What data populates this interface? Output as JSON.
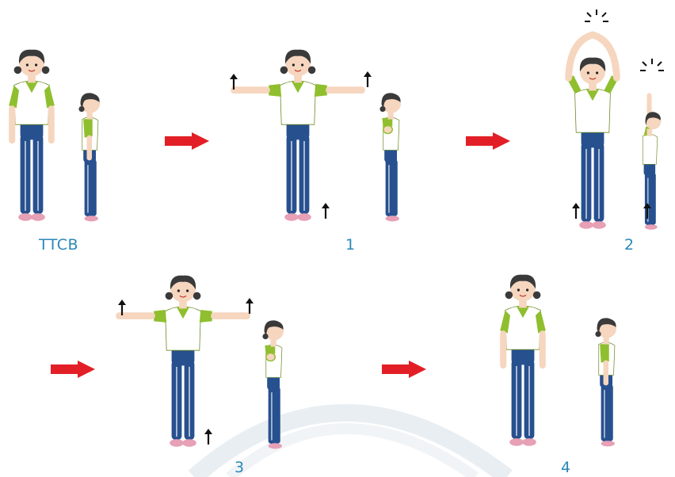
{
  "steps": [
    {
      "label": "TTCB"
    },
    {
      "label": "1"
    },
    {
      "label": "2"
    },
    {
      "label": "3"
    },
    {
      "label": "4"
    }
  ],
  "colors": {
    "shirt_sleeve": "#8fbf2e",
    "shirt_body": "#ffffff",
    "pants": "#27508f",
    "hair": "#3a3a3a",
    "skin": "#f6d6bf",
    "shoes": "#e7a0b5",
    "arrow": "#e21f26",
    "label": "#2a88b8"
  }
}
